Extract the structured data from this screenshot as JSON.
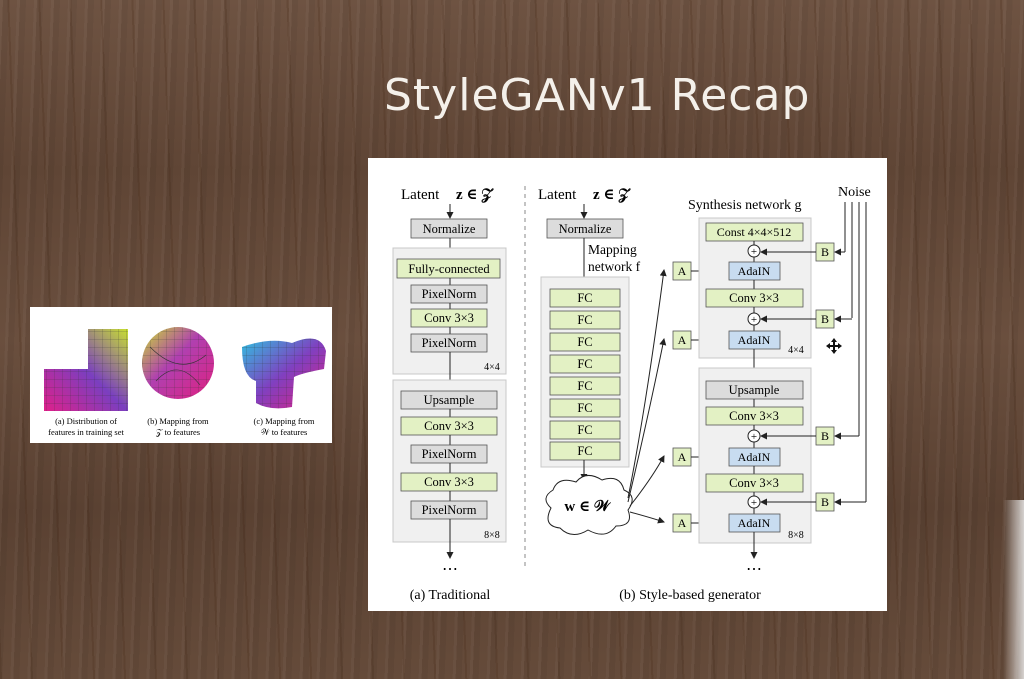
{
  "slide": {
    "title": "StyleGANv1 Recap"
  },
  "inset": {
    "caption_a": [
      "(a) Distribution of",
      "features in training set"
    ],
    "caption_b": [
      "(b) Mapping from",
      "𝒵 to features"
    ],
    "caption_c": [
      "(c) Mapping from",
      "𝒲 to features"
    ]
  },
  "figure": {
    "traditional": {
      "latent": "Latent",
      "latent_math": "z ∈ 𝒵",
      "normalize": "Normalize",
      "block1": [
        "Fully-connected",
        "PixelNorm",
        "Conv 3×3",
        "PixelNorm"
      ],
      "block1_res": "4×4",
      "block2": [
        "Upsample",
        "Conv 3×3",
        "PixelNorm",
        "Conv 3×3",
        "PixelNorm"
      ],
      "block2_res": "8×8",
      "ellipsis": "⋯",
      "caption": "(a) Traditional"
    },
    "style": {
      "latent": "Latent",
      "latent_math": "z ∈ 𝒵",
      "normalize": "Normalize",
      "mapping_label": [
        "Mapping",
        "network f"
      ],
      "fc": [
        "FC",
        "FC",
        "FC",
        "FC",
        "FC",
        "FC",
        "FC",
        "FC"
      ],
      "w_label": "w ∈ 𝒲",
      "synthesis_label": "Synthesis network g",
      "noise_label": "Noise",
      "const": "Const 4×4×512",
      "adain": "AdaIN",
      "conv": "Conv 3×3",
      "upsample": "Upsample",
      "style_word": "style",
      "a_label": "A",
      "b_label": "B",
      "plus": "+",
      "res1": "4×4",
      "res2": "8×8",
      "ellipsis": "⋯",
      "caption": "(b) Style-based generator"
    }
  }
}
